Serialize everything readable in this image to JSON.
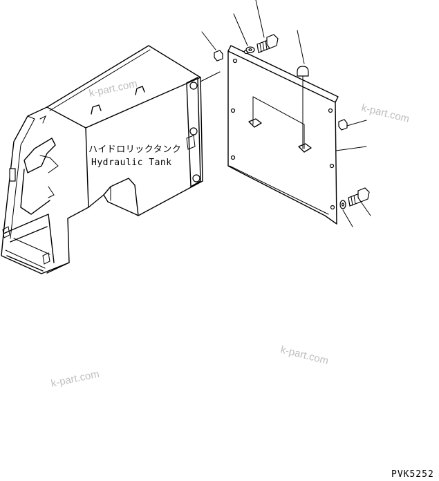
{
  "drawing_code": "PVK5252",
  "main_label": {
    "japanese": "ハイドロリックタンク",
    "english": "Hydraulic Tank"
  },
  "watermark_text": "k-part.com",
  "colors": {
    "line": "#000000",
    "background": "#ffffff",
    "watermark": "#8a8a8a"
  }
}
